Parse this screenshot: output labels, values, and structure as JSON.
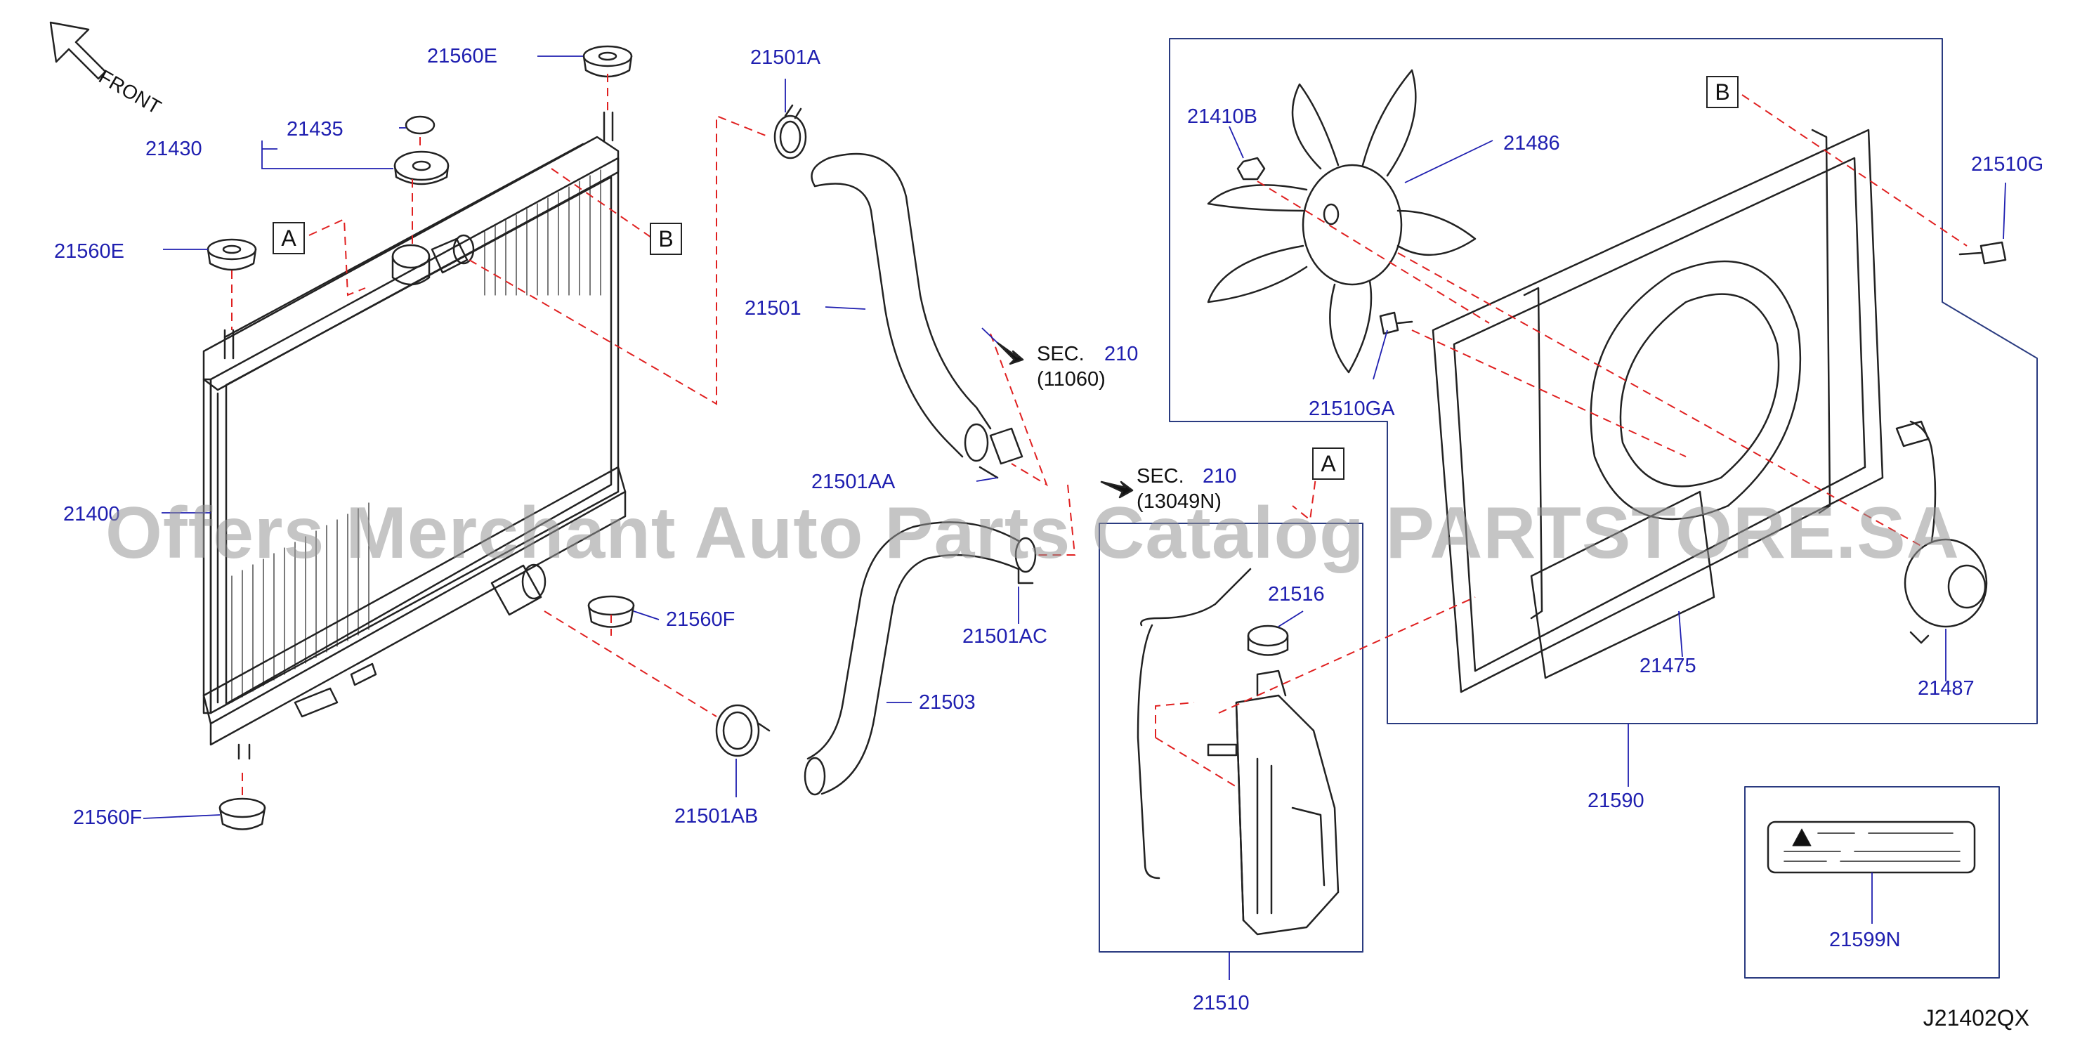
{
  "diagram": {
    "orientation": "FRONT",
    "code": "J21402QX",
    "watermark": "Offers Merchant Auto Parts Catalog PARTSTORE.SA",
    "parts": {
      "p21560E_top": "21560E",
      "p21435": "21435",
      "p21430": "21430",
      "p21560E_left": "21560E",
      "p21400": "21400",
      "p21560F_mid": "21560F",
      "p21560F_bot": "21560F",
      "p21501A": "21501A",
      "p21501": "21501",
      "p21501AA": "21501AA",
      "p21501AC": "21501AC",
      "p21503": "21503",
      "p21501AB": "21501AB",
      "p21516": "21516",
      "p21510": "21510",
      "p21410B": "21410B",
      "p21486": "21486",
      "p21510GA": "21510GA",
      "p21510G": "21510G",
      "p21475": "21475",
      "p21487": "21487",
      "p21590": "21590",
      "p21599N": "21599N"
    },
    "sections": {
      "sec1_label": "SEC.",
      "sec1_num": "210",
      "sec1_ref": "(11060)",
      "sec2_label": "SEC.",
      "sec2_num": "210",
      "sec2_ref": "(13049N)"
    },
    "markers": {
      "a1": "A",
      "b1": "B",
      "a2": "A",
      "b2": "B"
    },
    "colors": {
      "label": "#1f1fb0",
      "line": "#222222",
      "leader": "#1f1fb0",
      "dashed": "#e02020"
    }
  }
}
